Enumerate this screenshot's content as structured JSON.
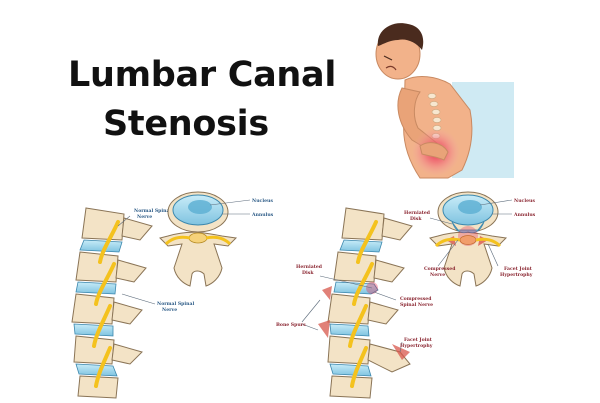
{
  "title": {
    "line1": "Lumbar Canal",
    "line2": "Stenosis"
  },
  "normal": {
    "nucleus": "Nucleus",
    "annulus": "Annulus",
    "spinal_nerve_1": "Normal Spinal",
    "spinal_nerve_2": "Nerve",
    "side_nerve_1": "Normal Spinal",
    "side_nerve_2": "Nerve"
  },
  "stenosis": {
    "nucleus": "Nucleus",
    "annulus": "Annulus",
    "herniated_top_1": "Herniated",
    "herniated_top_2": "Disk",
    "compressed_nerve_1": "Compressed",
    "compressed_nerve_2": "Nerve",
    "facet_top_1": "Facet Joint",
    "facet_top_2": "Hypertrophy",
    "herniated_side_1": "Herniated",
    "herniated_side_2": "Disk",
    "compressed_spinal_1": "Compressed",
    "compressed_spinal_2": "Spinal Nerve",
    "bone_spurs": "Bone Spurs",
    "facet_side_1": "Facet Joint",
    "facet_side_2": "Hypertrophy"
  },
  "colors": {
    "bone": "#f3e3c6",
    "bone_outline": "#8a7456",
    "disc": "#a9d9ec",
    "nerve": "#f4c21e",
    "pain": "#e6264a",
    "skin": "#f2b28a",
    "shirt": "#cfeaf3"
  }
}
